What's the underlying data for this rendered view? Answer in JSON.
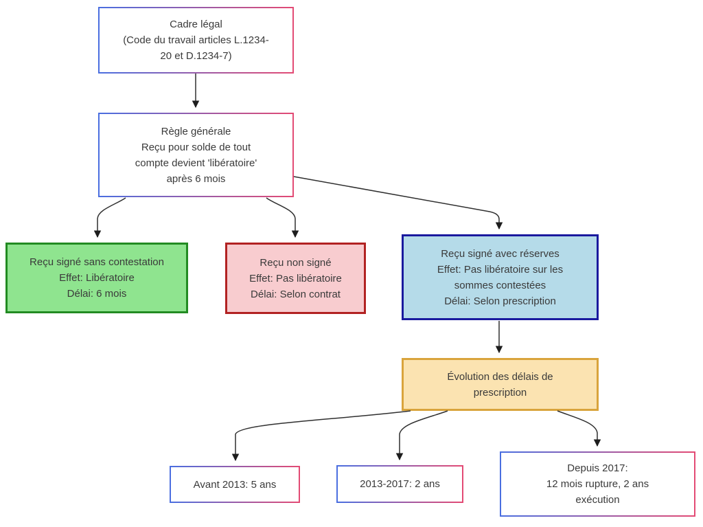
{
  "diagram": {
    "type": "flowchart",
    "language": "fr",
    "colors": {
      "background": "#ffffff",
      "text": "#3a3a3a",
      "arrow": "#2f2f2f",
      "gradient_border_start": "#4a6ee0",
      "gradient_border_end": "#e34a74",
      "green_fill": "#8fe48f",
      "green_border": "#228b22",
      "red_fill": "#f8cccf",
      "red_border": "#b22222",
      "blue_fill": "#b5dbe9",
      "blue_border": "#1a1a9e",
      "orange_fill": "#fbe3b1",
      "orange_border": "#d9a43c"
    },
    "nodes": {
      "legal": {
        "lines": [
          "Cadre légal",
          "(Code du travail articles L.1234-",
          "20 et D.1234-7)"
        ]
      },
      "rule": {
        "lines": [
          "Règle générale",
          "Reçu pour solde de tout",
          "compte devient 'libératoire'",
          "après 6 mois"
        ]
      },
      "signed": {
        "lines": [
          "Reçu signé sans contestation",
          "Effet: Libératoire",
          "Délai: 6 mois"
        ]
      },
      "unsigned": {
        "lines": [
          "Reçu non signé",
          "Effet: Pas libératoire",
          "Délai: Selon contrat"
        ]
      },
      "reserves": {
        "lines": [
          "Reçu signé avec réserves",
          "Effet: Pas libératoire sur les",
          "sommes contestées",
          "Délai: Selon prescription"
        ]
      },
      "evolution": {
        "lines": [
          "Évolution des délais de",
          "prescription"
        ]
      },
      "before2013": {
        "lines": [
          "Avant 2013: 5 ans"
        ]
      },
      "period2013_2017": {
        "lines": [
          "2013-2017: 2 ans"
        ]
      },
      "since2017": {
        "lines": [
          "Depuis 2017:",
          "12 mois rupture, 2 ans",
          "exécution"
        ]
      }
    },
    "edges": [
      {
        "from": "legal",
        "to": "rule"
      },
      {
        "from": "rule",
        "to": "signed"
      },
      {
        "from": "rule",
        "to": "unsigned"
      },
      {
        "from": "rule",
        "to": "reserves"
      },
      {
        "from": "reserves",
        "to": "evolution"
      },
      {
        "from": "evolution",
        "to": "before2013"
      },
      {
        "from": "evolution",
        "to": "period2013_2017"
      },
      {
        "from": "evolution",
        "to": "since2017"
      }
    ]
  }
}
